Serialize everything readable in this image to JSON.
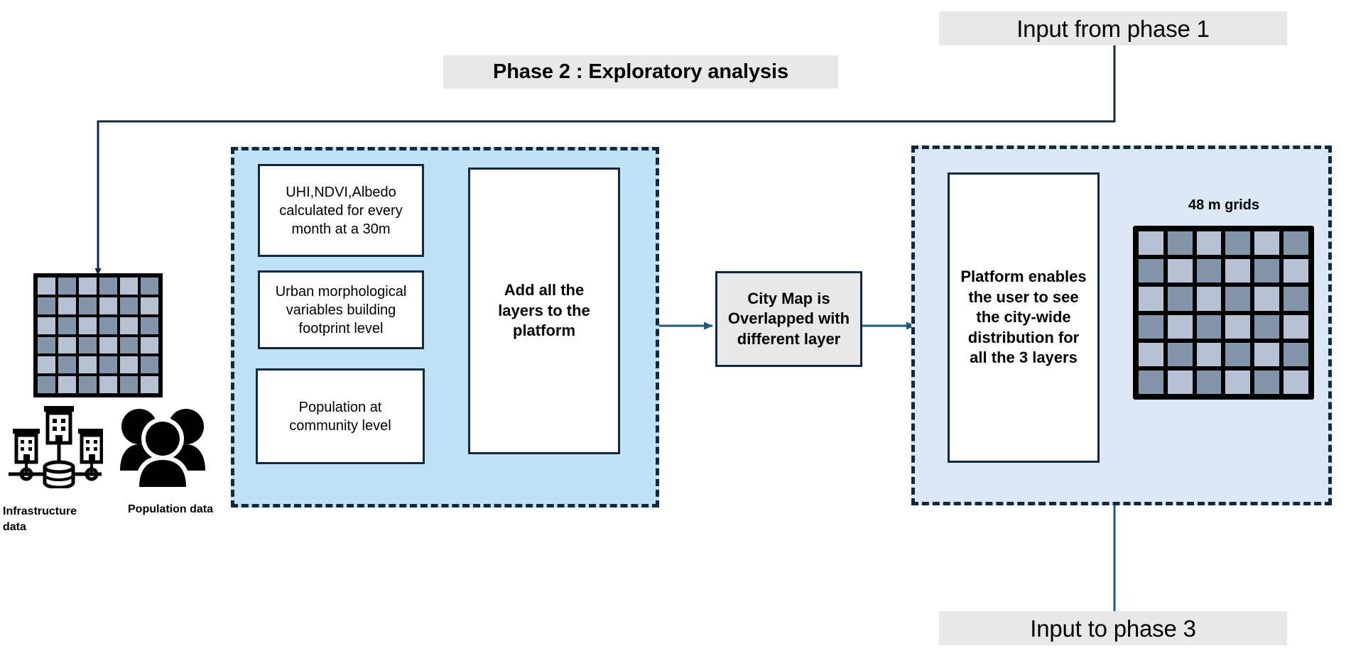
{
  "banners": {
    "input_from_phase_1": "Input from phase 1",
    "input_to_phase_3": "Input to phase 3",
    "phase_title": "Phase 2 : Exploratory analysis"
  },
  "left_panel": {
    "boxes": [
      {
        "id": "uhi-ndvi-albedo",
        "text": "UHI,NDVI,Albedo calculated for every month at a 30m"
      },
      {
        "id": "urban-morphological",
        "text": "Urban morphological variables building footprint level"
      },
      {
        "id": "population-community",
        "text": "Population at community level"
      }
    ],
    "add_layers_box": "Add all the layers to the platform"
  },
  "middle": {
    "city_map_box": "City Map is Overlapped with different layer"
  },
  "right_panel": {
    "platform_box": "Platform enables the user to see the city-wide distribution for all the 3 layers",
    "grid_title": "48 m grids"
  },
  "data_sources": [
    {
      "id": "infrastructure",
      "label": "Infrastructure data",
      "icon": "infrastructure-network-icon"
    },
    {
      "id": "population",
      "label": "Population data",
      "icon": "people-group-icon"
    }
  ],
  "grids": {
    "rows": 6,
    "cols": 6,
    "pattern": "checkerboard",
    "color_light": "#b6c2d3",
    "color_dark": "#8395ab",
    "border_color": "#000000"
  },
  "colors": {
    "banner_gray": "#e8e8e8",
    "panel_left_blue": "#bfe3f4",
    "panel_right_blue": "#dce7f5",
    "panel_border_navy": "#12293d",
    "connector_teal": "#1b5b80",
    "box_border_navy": "#12293d"
  },
  "connectors": [
    {
      "id": "phase1-to-raster",
      "from": "input-from-phase-1",
      "to": "left-raster-grid",
      "arrow": true
    },
    {
      "id": "layers-to-citymap",
      "from": "add-layers-box",
      "to": "city-map-box",
      "arrow": true
    },
    {
      "id": "citymap-to-platform",
      "from": "city-map-box",
      "to": "right-panel",
      "arrow": true
    },
    {
      "id": "rightpanel-to-phase3",
      "from": "right-panel",
      "to": "input-to-phase-3",
      "arrow": false
    }
  ]
}
